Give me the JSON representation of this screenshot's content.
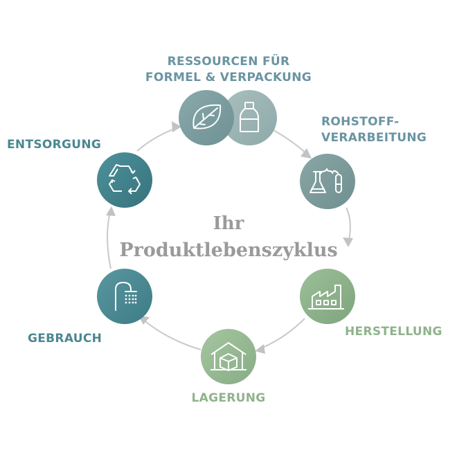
{
  "title": {
    "line1": "Ihr",
    "line2": "Produktlebenszyklus"
  },
  "stages": {
    "resources": {
      "line1": "RESSOURCEN FÜR",
      "line2": "FORMEL & VERPACKUNG",
      "icons": [
        "leaf-icon",
        "bottle-icon"
      ]
    },
    "processing": {
      "line1": "ROHSTOFF-",
      "line2": "VERARBEITUNG",
      "icon": "lab-flask-icon"
    },
    "manufacturing": {
      "label": "HERSTELLUNG",
      "icon": "factory-icon"
    },
    "storage": {
      "label": "LAGERUNG",
      "icon": "warehouse-box-icon"
    },
    "usage": {
      "label": "GEBRAUCH",
      "icon": "shower-icon"
    },
    "disposal": {
      "label": "ENTSORGUNG",
      "icon": "recycle-icon"
    }
  },
  "colors": {
    "resources": "#7e9fa2",
    "resources_light": "#9ab3b3",
    "processing": "#7f9c9c",
    "manufacturing": "#8fb48e",
    "storage": "#98bb93",
    "usage": "#4b8891",
    "disposal": "#42838d",
    "label_blue": "#6a94a2",
    "label_green": "#8fb38b",
    "label_teal": "#4a8791",
    "ring": "#c8c8c8"
  }
}
